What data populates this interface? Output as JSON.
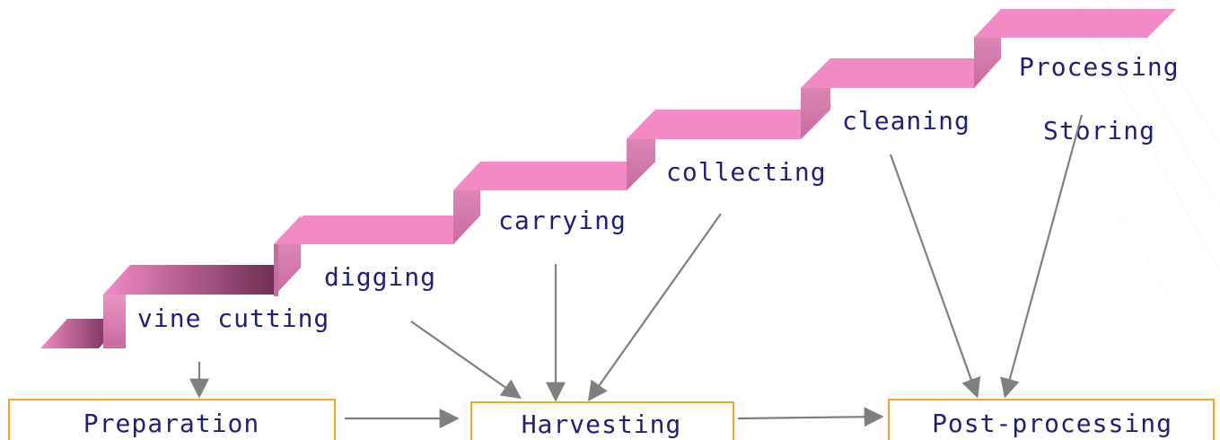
{
  "steps": {
    "vine_cutting": "vine cutting",
    "digging": "digging",
    "carrying": "carrying",
    "collecting": "collecting",
    "cleaning": "cleaning",
    "processing": "Processing",
    "storing": "Storing"
  },
  "stages": {
    "preparation": "Preparation",
    "harvesting": "Harvesting",
    "post_processing": "Post-processing"
  },
  "colors": {
    "stair_top": "#f28ac6",
    "stair_riser": "#d97ab0",
    "stair_shadow": "#6e2e52",
    "box_border": "#f5a623",
    "text": "#1f1f7a",
    "arrow": "#7f7f7f"
  }
}
